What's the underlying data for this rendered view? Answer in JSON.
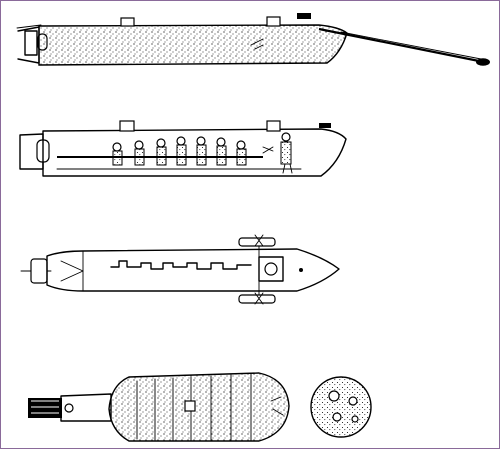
{
  "illustration": {
    "views": [
      {
        "id": "exterior-side-view"
      },
      {
        "id": "cutaway-crew-view"
      },
      {
        "id": "top-plan-view"
      },
      {
        "id": "perspective-and-end-view"
      }
    ],
    "colors": {
      "ink": "#000000",
      "paper": "#ffffff",
      "border": "#8a6a9a"
    }
  }
}
